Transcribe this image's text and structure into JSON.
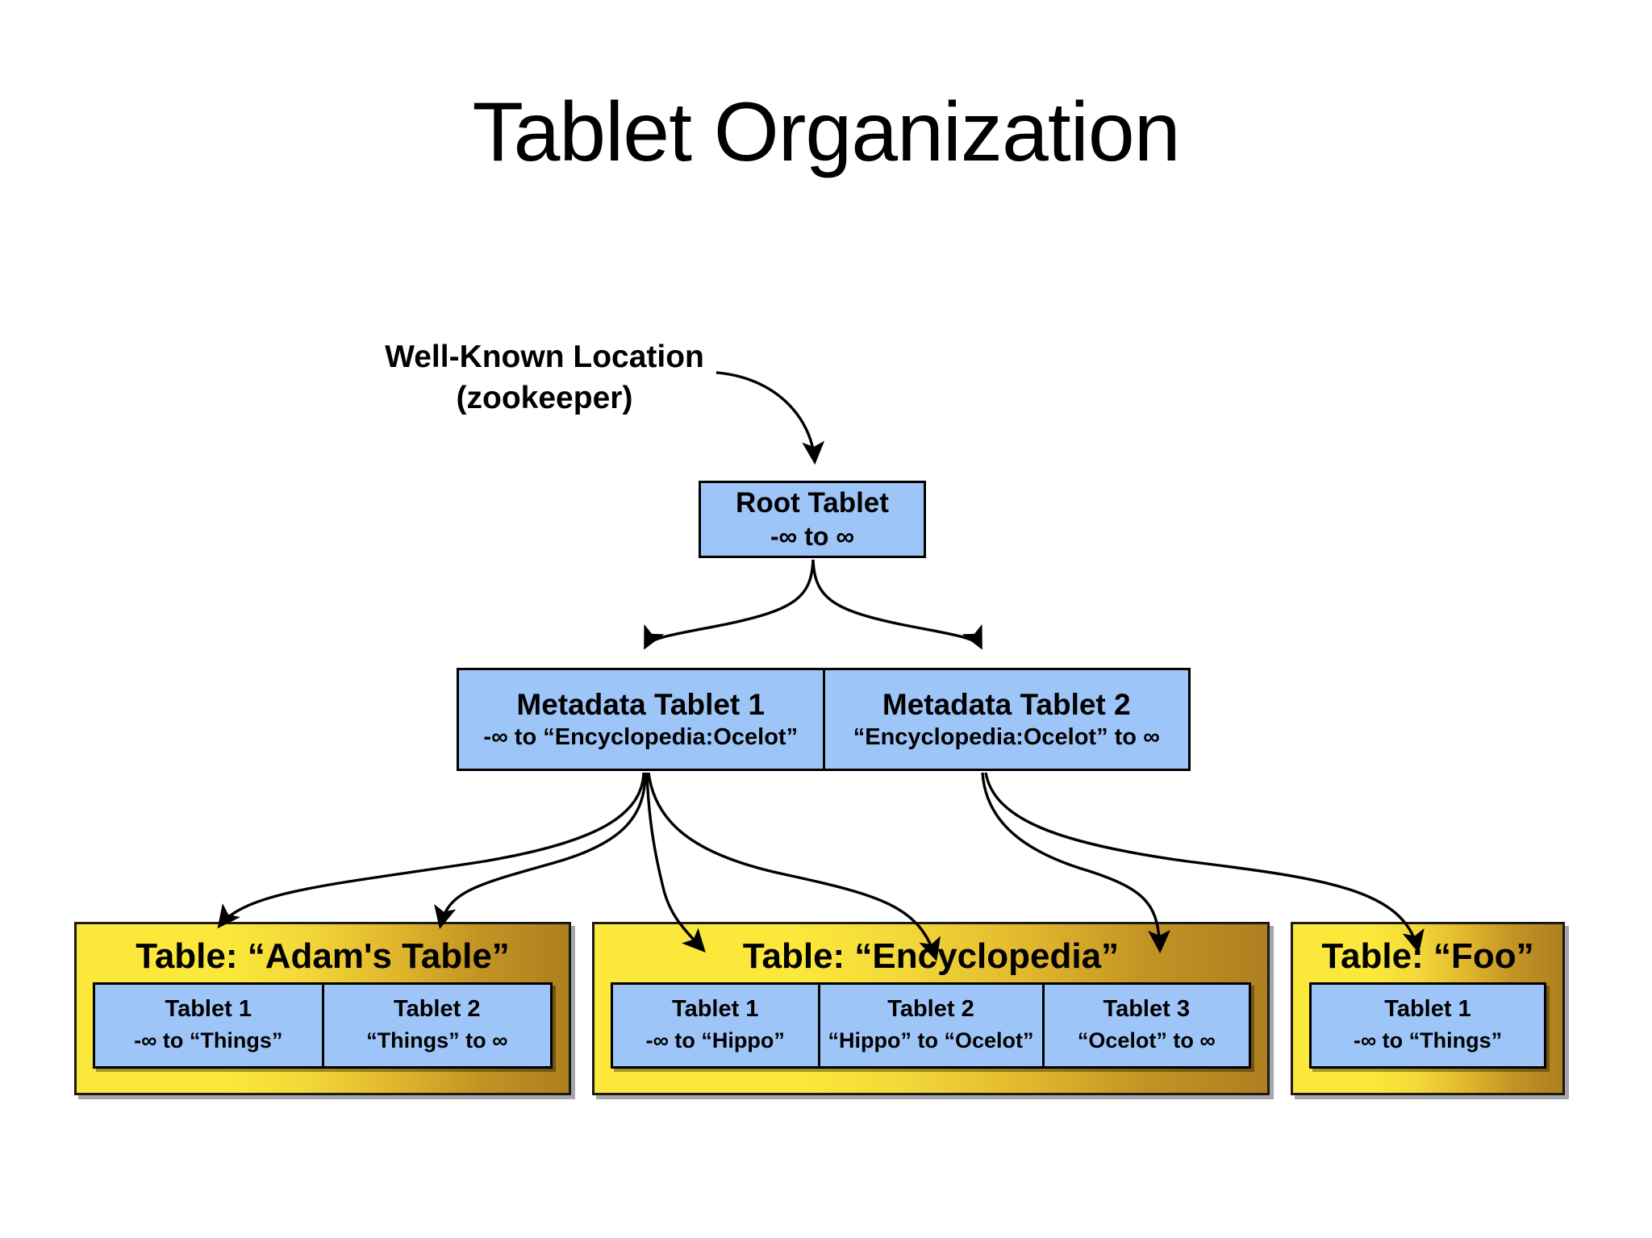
{
  "slide": {
    "title": "Tablet Organization",
    "background_color": "#ffffff"
  },
  "colors": {
    "tablet_blue": "#9ec5f8",
    "table_yellow": "#fbe83b",
    "table_gold": "#ad7f1f",
    "border_black": "#000000"
  },
  "well_known_location": {
    "line1": "Well-Known Location",
    "line2": "(zookeeper)"
  },
  "root_tablet": {
    "name": "Root Tablet",
    "range": "-∞ to ∞"
  },
  "metadata_tablets": [
    {
      "name": "Metadata Tablet 1",
      "range": "-∞  to “Encyclopedia:Ocelot”"
    },
    {
      "name": "Metadata Tablet 2",
      "range": "“Encyclopedia:Ocelot” to  ∞"
    }
  ],
  "tables": [
    {
      "title": "Table: “Adam's Table”",
      "tablets": [
        {
          "name": "Tablet 1",
          "range": "-∞ to “Things”"
        },
        {
          "name": "Tablet 2",
          "range": "“Things” to ∞"
        }
      ]
    },
    {
      "title": "Table: “Encyclopedia”",
      "tablets": [
        {
          "name": "Tablet 1",
          "range": "-∞ to “Hippo”"
        },
        {
          "name": "Tablet 2",
          "range": "“Hippo” to “Ocelot”"
        },
        {
          "name": "Tablet 3",
          "range": "“Ocelot” to ∞"
        }
      ]
    },
    {
      "title": "Table: “Foo”",
      "tablets": [
        {
          "name": "Tablet 1",
          "range": "-∞ to “Things”"
        }
      ]
    }
  ]
}
